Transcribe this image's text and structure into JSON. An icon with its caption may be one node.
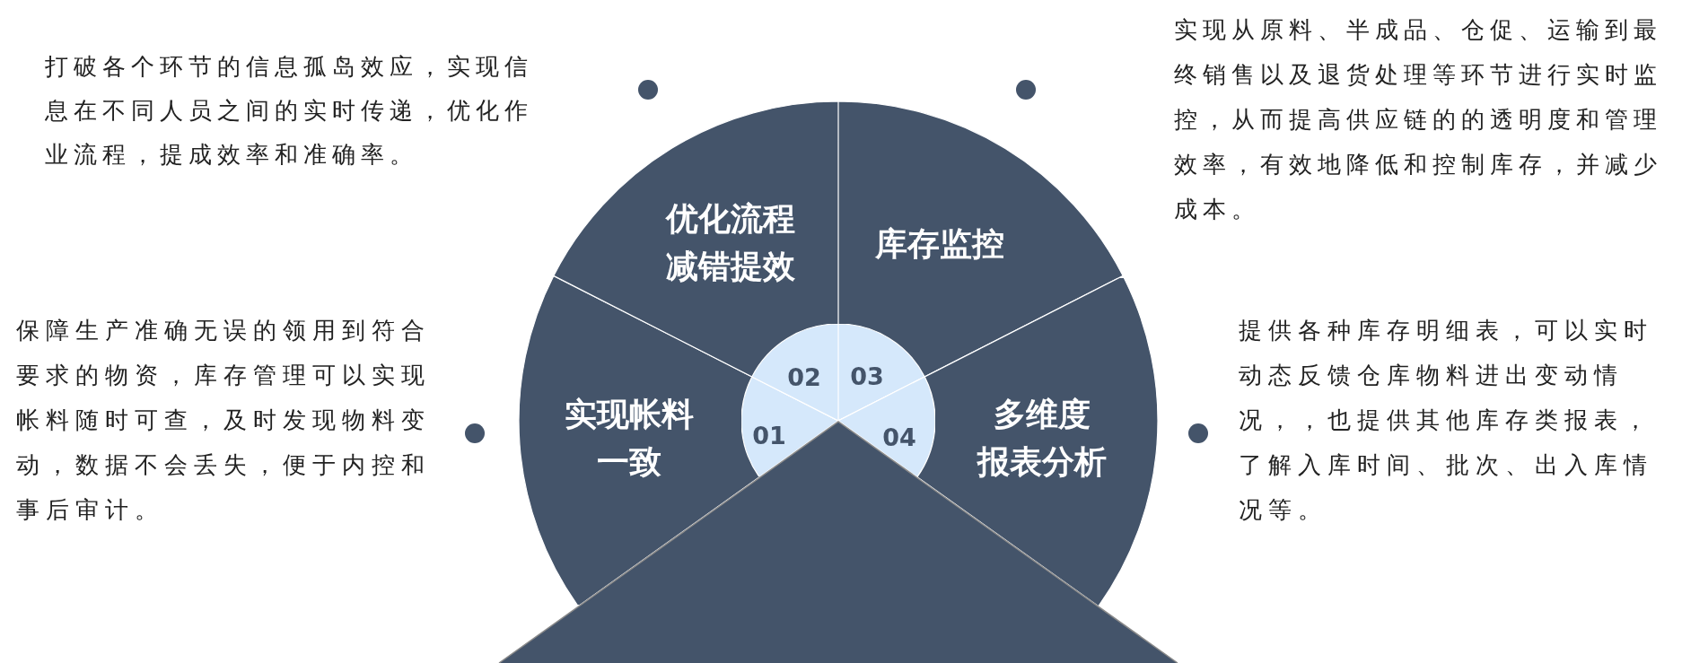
{
  "diagram": {
    "nodes": [
      {
        "text": [
          "实现帐料一致"
        ]
      },
      {
        "text": [
          "优化流程减错提效"
        ]
      },
      {
        "text": [
          "库存监控"
        ]
      },
      {
        "text": [
          "多维度报表分析"
        ]
      },
      {
        "text": [
          "01"
        ],
        "in": 0
      },
      {
        "text": [
          "02"
        ],
        "in": 1
      },
      {
        "text": [
          "03"
        ],
        "in": 2
      },
      {
        "text": [
          "04"
        ],
        "in": 3
      }
    ],
    "edges": [],
    "labels": [
      "打破各个环节的信息孤岛效应，实现信息在不同人员之间的实时传递，优化作业流程，提成效率和准确率。",
      "实现从原料、半成品、仓促、运输到最终销售以及退货处理等环节进行实时监控，从而提高供应链的的透明度和管理效率，有效地降低和控制库存，并减少成本。",
      "保障生产准确无误的领用到符合要求的物资，库存管理可以实现帐料随时可查，及时发现物料变动，数据不会丢失，便于内控和事后审计。",
      "提供各种库存明细表，可以实时动态反馈仓库物料进出变动情况，，也提供其他库存类报表，了解入库时间、批次、出入库情况等。"
    ]
  }
}
